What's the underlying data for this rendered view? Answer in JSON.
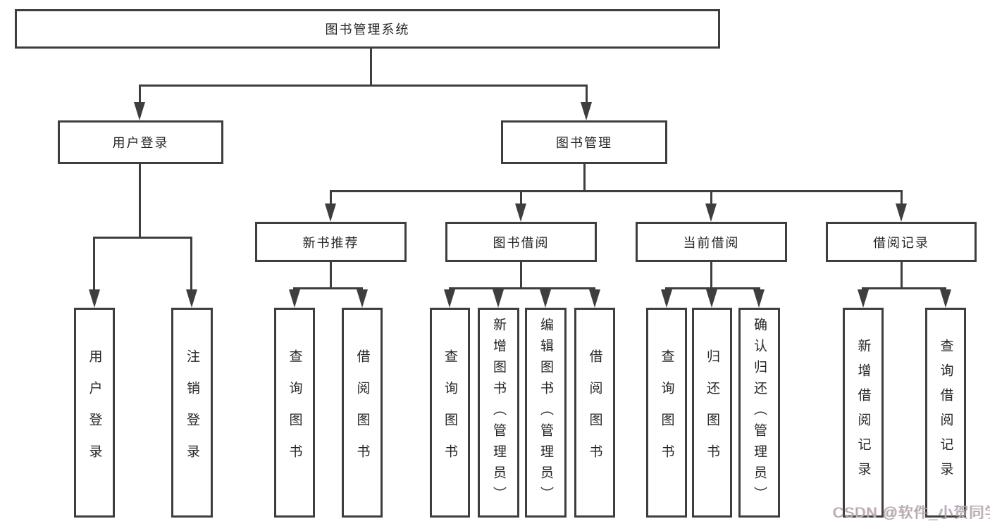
{
  "diagram": {
    "root": {
      "label": "图书管理系统"
    },
    "level2": [
      {
        "label": "用户登录"
      },
      {
        "label": "图书管理"
      }
    ],
    "level3": [
      {
        "label": "新书推荐"
      },
      {
        "label": "图书借阅"
      },
      {
        "label": "当前借阅"
      },
      {
        "label": "借阅记录"
      }
    ],
    "leaves": [
      {
        "label": "用户登录"
      },
      {
        "label": "注销登录"
      },
      {
        "label": "查询图书"
      },
      {
        "label": "借阅图书"
      },
      {
        "label": "查询图书"
      },
      {
        "label": "新增图书（管理员）"
      },
      {
        "label": "编辑图书（管理员）"
      },
      {
        "label": "借阅图书"
      },
      {
        "label": "查询图书"
      },
      {
        "label": "归还图书"
      },
      {
        "label": "确认归还（管理员）"
      },
      {
        "label": "新增借阅记录"
      },
      {
        "label": "查询借阅记录"
      }
    ]
  },
  "colors": {
    "line": "#3e3e3e",
    "text": "#262626",
    "background": "#ffffff",
    "watermark": "#b1abab"
  },
  "watermark": {
    "text": "CSDN @软件_小贺同学"
  }
}
